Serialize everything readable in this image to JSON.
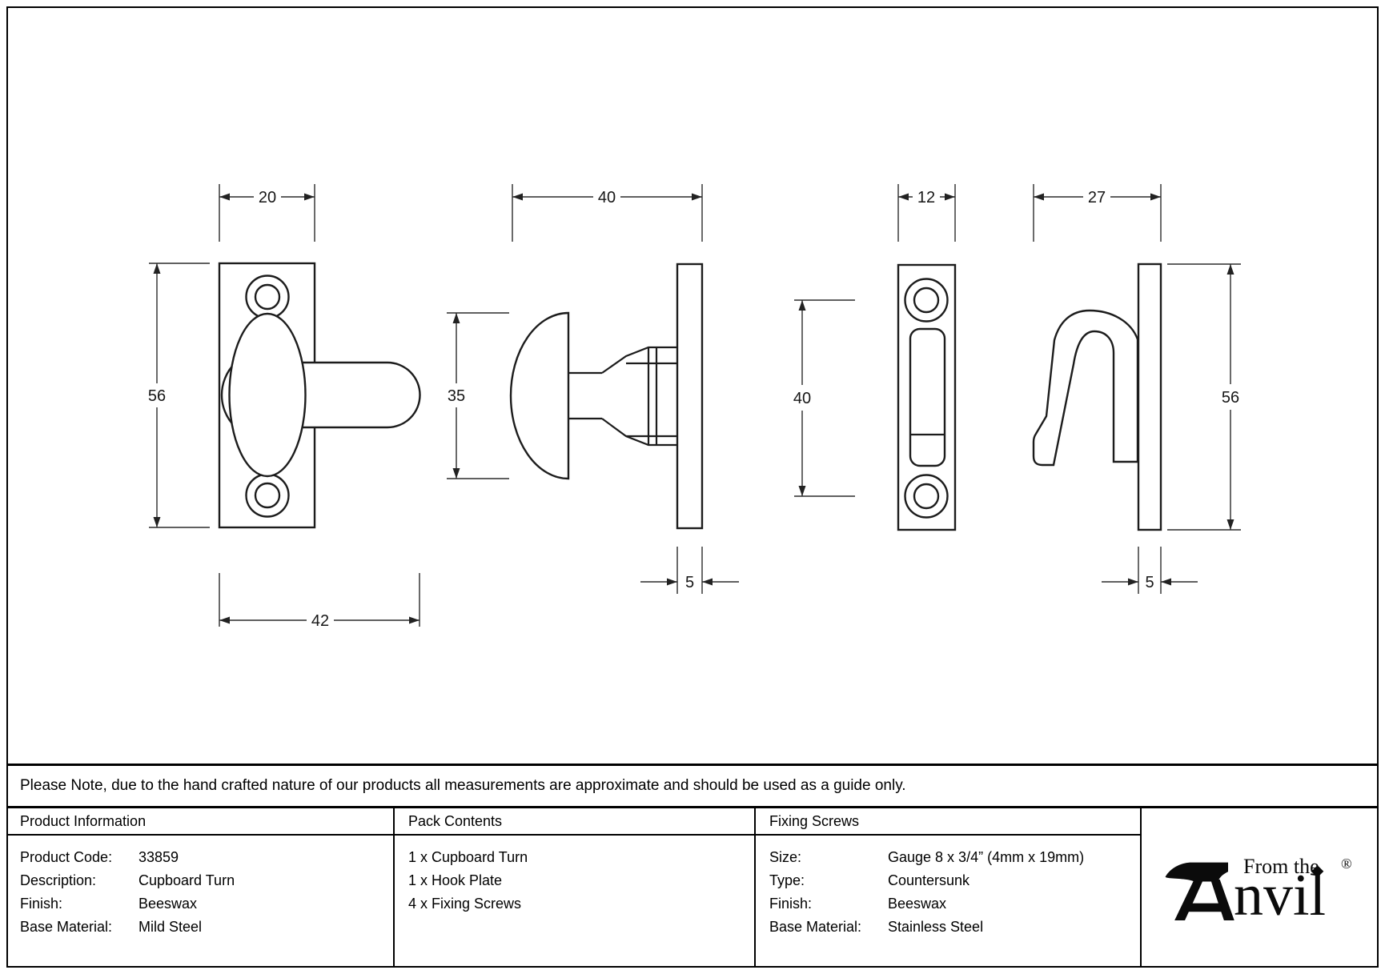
{
  "note": {
    "text": "Please Note, due to the hand crafted nature of our products all measurements are approximate and should be used as a guide only."
  },
  "table": {
    "product_information": {
      "title": "Product Information",
      "rows": [
        {
          "label": "Product Code:",
          "value": "33859"
        },
        {
          "label": "Description:",
          "value": "Cupboard Turn"
        },
        {
          "label": "Finish:",
          "value": "Beeswax"
        },
        {
          "label": "Base Material:",
          "value": "Mild Steel"
        }
      ]
    },
    "pack_contents": {
      "title": "Pack Contents",
      "items": [
        {
          "text": "1 x Cupboard Turn"
        },
        {
          "text": "1 x Hook Plate"
        },
        {
          "text": "4 x Fixing Screws"
        }
      ]
    },
    "fixing_screws": {
      "title": "Fixing Screws",
      "rows": [
        {
          "label": "Size:",
          "value": "Gauge 8 x 3/4” (4mm x 19mm)"
        },
        {
          "label": "Type:",
          "value": "Countersunk"
        },
        {
          "label": "Finish:",
          "value": "Beeswax"
        },
        {
          "label": "Base Material:",
          "value": "Stainless Steel"
        }
      ]
    }
  },
  "logo": {
    "from_the": "From the",
    "name_rest": "nvil",
    "diamond": "◆",
    "registered": "®"
  },
  "drawings": {
    "cupboard_turn_front": {
      "name": "cupboard turn front view",
      "dims": {
        "plate_width": "20",
        "plate_height": "56",
        "overall_width": "42"
      }
    },
    "cupboard_turn_side": {
      "name": "cupboard turn side view",
      "dims": {
        "projection": "40",
        "knob_height": "35",
        "plate_thickness": "5"
      }
    },
    "hook_plate_front": {
      "name": "hook plate front view",
      "dims": {
        "plate_width": "12",
        "hole_centres": "40"
      }
    },
    "hook_plate_side": {
      "name": "hook plate side view",
      "dims": {
        "projection": "27",
        "plate_height": "56",
        "plate_thickness": "5"
      }
    }
  },
  "colors": {
    "line": "#1c1c1c",
    "dim_line": "#2b2b2b",
    "text": "#000000",
    "background": "#ffffff"
  }
}
